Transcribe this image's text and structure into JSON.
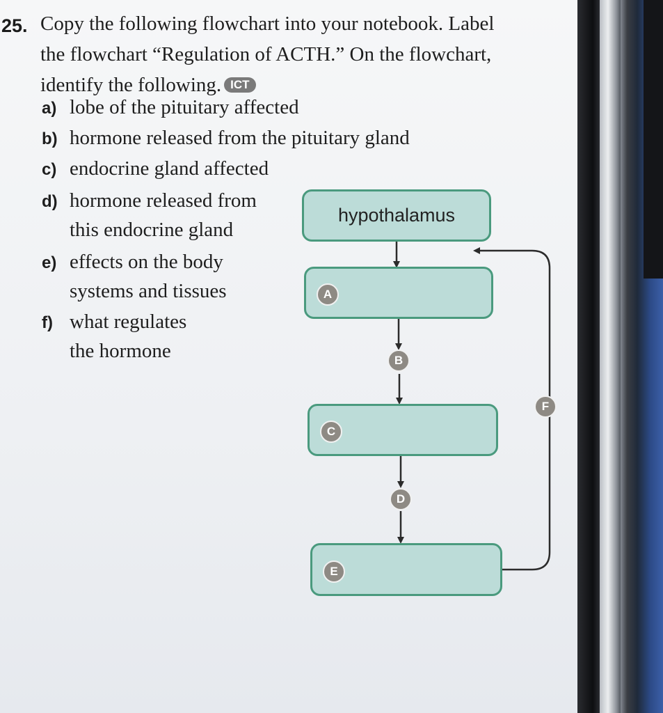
{
  "question": {
    "number": "25.",
    "line1": "Copy the following flowchart into your notebook. Label",
    "line2": "the flowchart “Regulation of ACTH.” On the flowchart,",
    "line3": "identify the following.",
    "ict_badge": "ICT"
  },
  "items": [
    {
      "marker": "a)",
      "lines": [
        "lobe of the pituitary affected"
      ]
    },
    {
      "marker": "b)",
      "lines": [
        "hormone released from the pituitary gland"
      ]
    },
    {
      "marker": "c)",
      "lines": [
        "endocrine gland affected"
      ]
    },
    {
      "marker": "d)",
      "lines": [
        "hormone released from",
        "this endocrine gland"
      ]
    },
    {
      "marker": "e)",
      "lines": [
        "effects on the body",
        "systems and tissues"
      ]
    },
    {
      "marker": "f)",
      "lines": [
        "what regulates",
        "the hormone"
      ]
    }
  ],
  "flowchart": {
    "boxes": [
      {
        "id": "hypothalamus",
        "label": "hypothalamus"
      },
      {
        "id": "A",
        "label": ""
      },
      {
        "id": "C",
        "label": ""
      },
      {
        "id": "E",
        "label": ""
      }
    ],
    "badges": [
      "A",
      "B",
      "C",
      "D",
      "E",
      "F"
    ],
    "colors": {
      "box_fill": "#bcdcd8",
      "box_border": "#4a9a7e",
      "badge_fill": "#8e8a84",
      "arrow": "#2b2b2b"
    }
  }
}
